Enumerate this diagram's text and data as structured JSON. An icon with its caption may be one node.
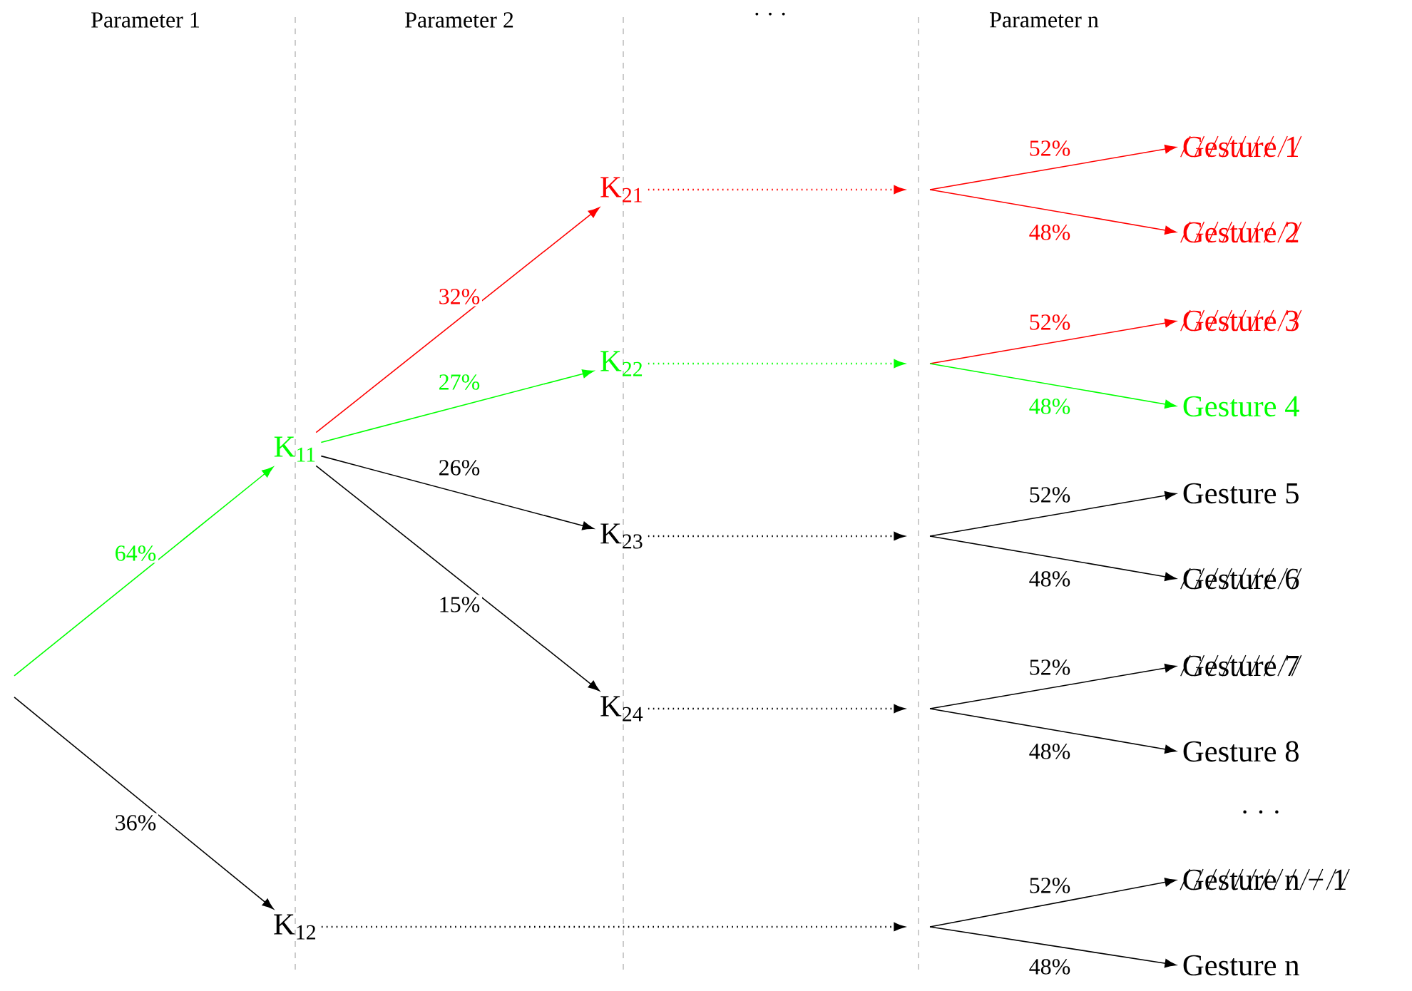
{
  "diagram": {
    "nodes": [
      {
        "text": [
          "K$_{11}$"
        ]
      },
      {
        "text": [
          "K$_{12}$"
        ]
      },
      {
        "text": [
          "K$_{21}$"
        ]
      },
      {
        "text": [
          "K$_{22}$"
        ]
      },
      {
        "text": [
          "K$_{23}$"
        ]
      },
      {
        "text": [
          "K$_{24}$"
        ]
      },
      {
        "text": [
          "Gesture 1"
        ]
      },
      {
        "text": [
          "Gesture 2"
        ]
      },
      {
        "text": [
          "Gesture 3"
        ]
      },
      {
        "text": [
          "Gesture 4"
        ]
      },
      {
        "text": [
          "Gesture 5"
        ]
      },
      {
        "text": [
          "Gesture 6"
        ]
      },
      {
        "text": [
          "Gesture 7"
        ]
      },
      {
        "text": [
          "Gesture 8"
        ]
      },
      {
        "text": [
          "Gesture n − 1"
        ]
      },
      {
        "text": [
          "Gesture n"
        ]
      }
    ],
    "edges": [
      {
        "from": null,
        "to": 0,
        "arrow": "to",
        "label": "64%",
        "color": "#00ff00"
      },
      {
        "from": null,
        "to": 1,
        "arrow": "to",
        "label": "36%"
      },
      {
        "from": 0,
        "to": 2,
        "arrow": "to",
        "label": "32%",
        "color": "#ff0000"
      },
      {
        "from": 0,
        "to": 3,
        "arrow": "to",
        "label": "27%",
        "color": "#00ff00"
      },
      {
        "from": 0,
        "to": 4,
        "arrow": "to",
        "label": "26%"
      },
      {
        "from": 0,
        "to": 5,
        "arrow": "to",
        "label": "15%"
      },
      {
        "from": 1,
        "to": null,
        "arrow": "to",
        "style": "dashed"
      },
      {
        "from": 2,
        "to": null,
        "arrow": "to",
        "style": "dashed",
        "color": "#ff0000"
      },
      {
        "from": 3,
        "to": null,
        "arrow": "to",
        "style": "dashed",
        "color": "#00ff00"
      },
      {
        "from": 4,
        "to": null,
        "arrow": "to",
        "style": "dashed"
      },
      {
        "from": 5,
        "to": null,
        "arrow": "to",
        "style": "dashed"
      },
      {
        "from": null,
        "to": 6,
        "arrow": "to",
        "label": "52%",
        "color": "#ff0000"
      },
      {
        "from": null,
        "to": 7,
        "arrow": "to",
        "label": "48%",
        "color": "#ff0000"
      },
      {
        "from": null,
        "to": 8,
        "arrow": "to",
        "label": "52%",
        "color": "#ff0000"
      },
      {
        "from": null,
        "to": 9,
        "arrow": "to",
        "label": "48%",
        "color": "#00ff00"
      },
      {
        "from": null,
        "to": 10,
        "arrow": "to",
        "label": "52%"
      },
      {
        "from": null,
        "to": 11,
        "arrow": "to",
        "label": "48%"
      },
      {
        "from": null,
        "to": 12,
        "arrow": "to",
        "label": "52%"
      },
      {
        "from": null,
        "to": 13,
        "arrow": "to",
        "label": "48%"
      },
      {
        "from": null,
        "to": 14,
        "arrow": "to",
        "label": "52%"
      },
      {
        "from": null,
        "to": 15,
        "arrow": "to",
        "label": "48%"
      }
    ],
    "labels": [
      "Parameter 1",
      "Parameter 2",
      "· · ·",
      "Parameter n",
      "· · ·"
    ]
  }
}
